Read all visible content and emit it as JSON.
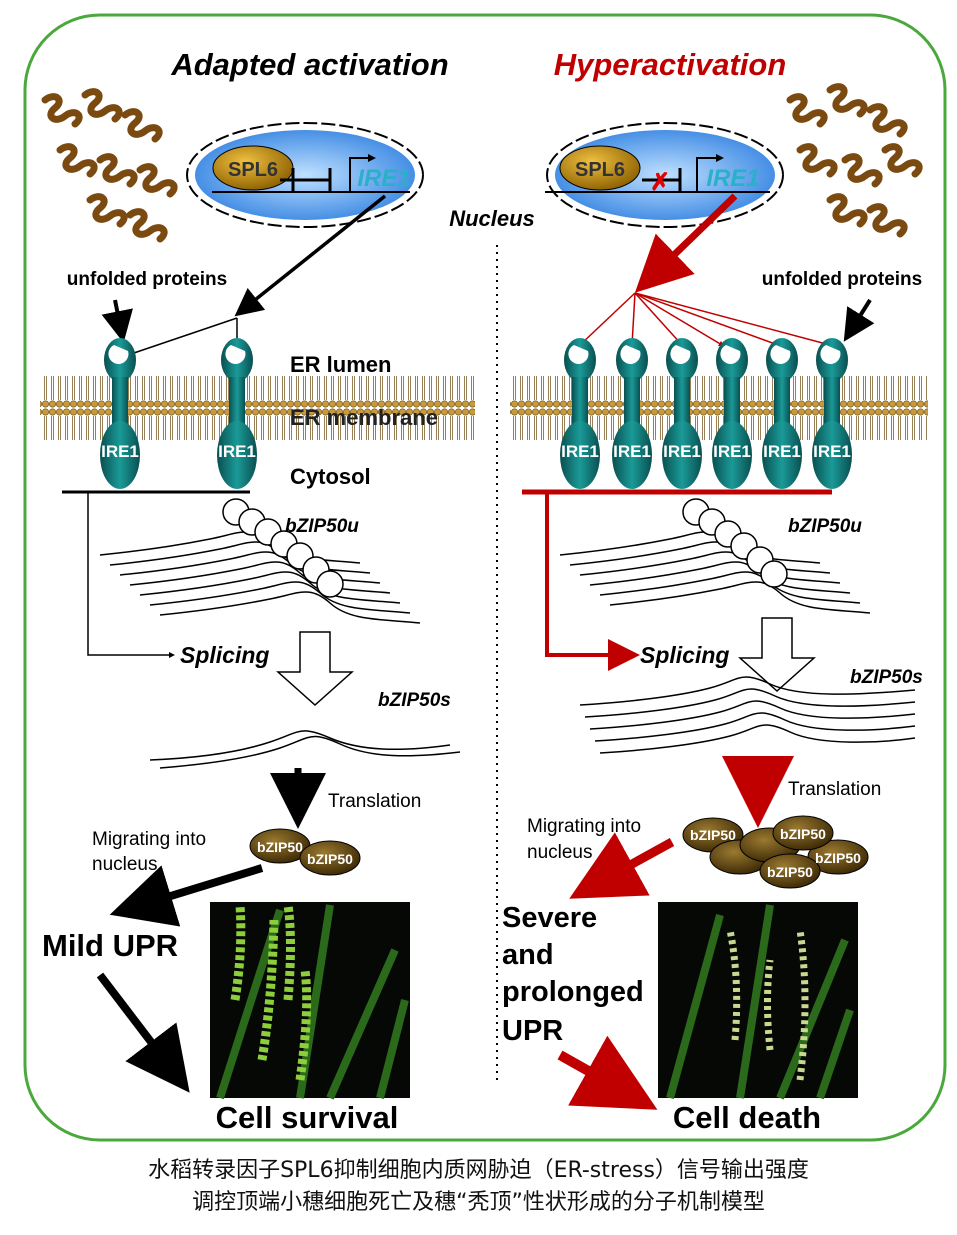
{
  "left": {
    "title": "Adapted activation",
    "gene_repressor": "SPL6",
    "gene": "IRE1",
    "unfolded": "unfolded proteins",
    "receptor": "IRE1",
    "splicing": "Splicing",
    "unspliced": "bZIP50u",
    "spliced": "bZIP50s",
    "translation": "Translation",
    "migrating": [
      "Migrating into",
      "nucleus"
    ],
    "protein": "bZIP50",
    "response": "Mild UPR",
    "outcome": "Cell survival"
  },
  "right": {
    "title": "Hyperactivation",
    "gene_repressor": "SPL6",
    "gene": "IRE1",
    "unfolded": "unfolded proteins",
    "receptor": "IRE1",
    "splicing": "Splicing",
    "unspliced": "bZIP50u",
    "spliced": "bZIP50s",
    "translation": "Translation",
    "migrating": [
      "Migrating into",
      "nucleus"
    ],
    "protein": "bZIP50",
    "response": [
      "Severe",
      "and",
      "prolonged",
      "UPR"
    ],
    "outcome": "Cell death"
  },
  "compartments": {
    "nucleus": "Nucleus",
    "er_lumen": "ER lumen",
    "er_membrane": "ER membrane",
    "cytosol": "Cytosol"
  },
  "caption": {
    "line1": "水稻转录因子SPL6抑制细胞内质网胁迫（ER-stress）信号输出强度",
    "line2": "调控顶端小穗细胞死亡及穗“秃顶”性状形成的分子机制模型"
  },
  "colors": {
    "border": "#4aa83c",
    "red": "#c00000",
    "teal": "#0f6e6e",
    "nucleus": "#3d8ee8",
    "spl6": "#b8860b",
    "protein": "#5a3d08",
    "unfolded": "#7a4a10"
  }
}
